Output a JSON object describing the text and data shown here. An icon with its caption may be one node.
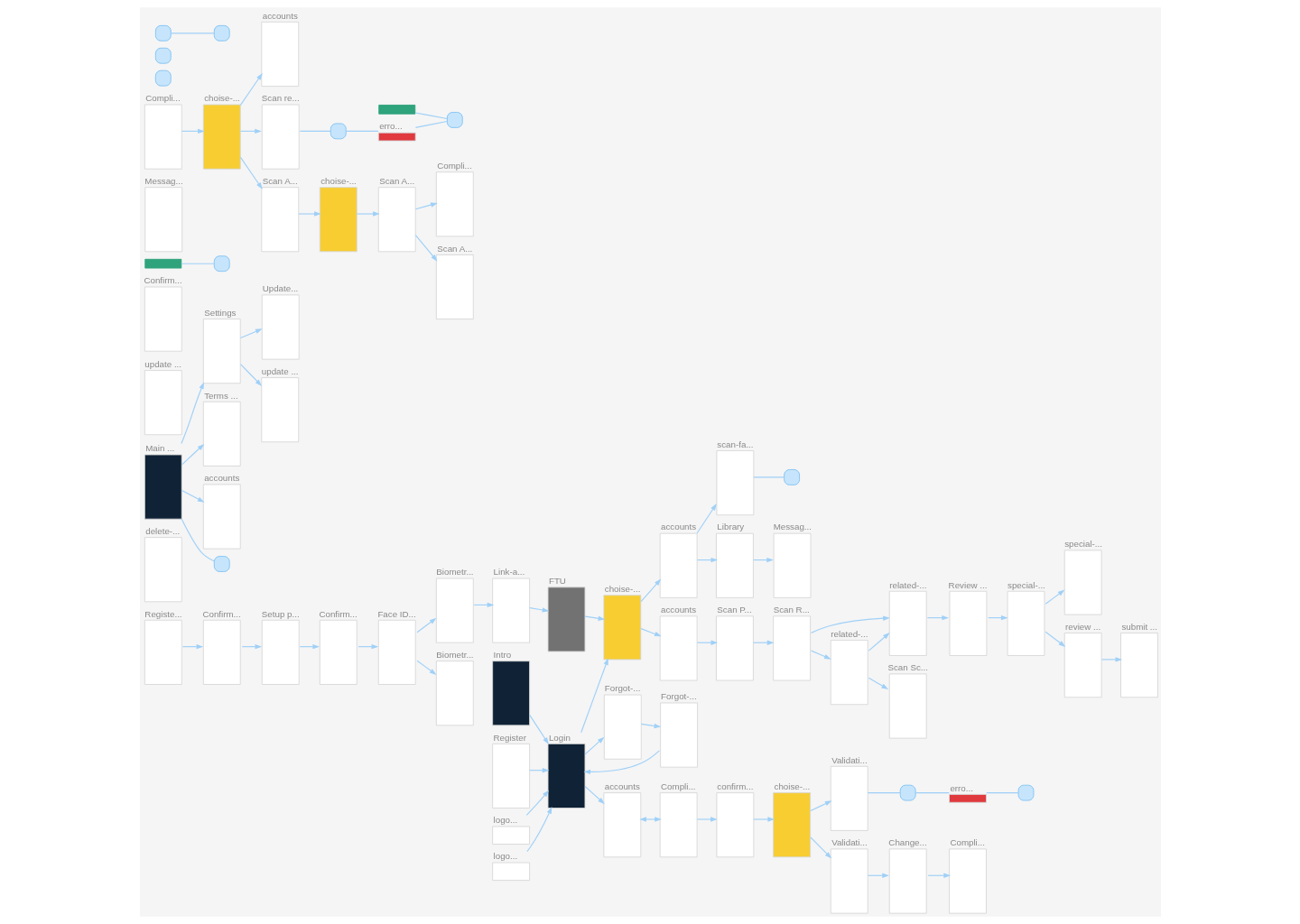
{
  "diagram": {
    "nodes": [
      {
        "text": [
          "Registe..."
        ]
      },
      {
        "text": [
          "Biometr..."
        ]
      },
      {
        "text": [
          "Intro"
        ]
      },
      {
        "text": [
          "Login"
        ]
      },
      {
        "text": [
          "Register"
        ]
      },
      {
        "text": [
          "Confirm..."
        ]
      },
      {
        "text": [
          "Setup p..."
        ]
      },
      {
        "text": [
          "Confirm..."
        ]
      },
      {
        "text": [
          "Face ID..."
        ]
      },
      {
        "text": [
          "Biometr..."
        ]
      },
      {
        "text": [
          "Link-a..."
        ]
      },
      {
        "text": [
          "FTU"
        ]
      },
      {
        "text": [
          "choise-..."
        ]
      },
      {
        "text": [
          "accounts"
        ]
      },
      {
        "text": [
          "scan-fa..."
        ]
      },
      {
        "text": [
          "delete-..."
        ]
      },
      {
        "text": [
          "logo..."
        ]
      },
      {
        "text": [
          "Settings"
        ]
      },
      {
        "text": [
          "Update..."
        ]
      },
      {
        "text": [
          "update ..."
        ]
      },
      {
        "text": [
          "update ..."
        ]
      },
      {
        "text": [
          "Confirm..."
        ]
      },
      {
        "text": [
          "Forgot-..."
        ]
      },
      {
        "text": [
          "Forgot-..."
        ]
      },
      {
        "text": [
          "accounts"
        ]
      },
      {
        "text": [
          "Scan P..."
        ]
      },
      {
        "text": [
          "Scan R..."
        ]
      },
      {
        "text": [
          "related-..."
        ]
      },
      {
        "text": [
          "related-..."
        ]
      },
      {
        "text": [
          "Scan Sc..."
        ]
      },
      {
        "text": [
          "Terms ..."
        ]
      },
      {
        "text": [
          "accounts"
        ]
      },
      {
        "text": [
          "accounts"
        ]
      },
      {
        "text": [
          "Compli..."
        ]
      },
      {
        "text": [
          "confirm..."
        ]
      },
      {
        "text": [
          "choise-..."
        ]
      },
      {
        "text": [
          "Validati..."
        ]
      },
      {
        "text": [
          "Validati..."
        ]
      },
      {
        "text": [
          "Change..."
        ]
      },
      {
        "text": [
          "Compli..."
        ]
      },
      {
        "text": [
          "Library"
        ]
      },
      {
        "text": [
          "erro..."
        ]
      },
      {
        "text": [],
        "shape": "bar"
      },
      {
        "text": [
          "Review ..."
        ]
      },
      {
        "text": [
          "special-..."
        ]
      },
      {
        "text": [
          "special-..."
        ]
      },
      {
        "text": [
          "review ..."
        ]
      },
      {
        "text": [
          "submit ..."
        ]
      },
      {
        "text": [
          "logo..."
        ]
      },
      {
        "text": [
          "Main ..."
        ]
      },
      {
        "text": [
          "Messag..."
        ]
      },
      {
        "text": [
          "Messag..."
        ]
      },
      {
        "text": [
          "accounts"
        ]
      },
      {
        "text": [
          "Compli..."
        ]
      },
      {
        "text": [
          "choise-..."
        ]
      },
      {
        "text": [
          "Scan re..."
        ]
      },
      {
        "text": [
          "Scan A..."
        ]
      },
      {
        "text": [
          "choise-..."
        ]
      },
      {
        "text": [
          "Scan A..."
        ]
      },
      {
        "text": [
          "Compli..."
        ]
      },
      {
        "text": [
          "Scan A..."
        ]
      },
      {
        "text": [
          "erro..."
        ]
      },
      {
        "text": [],
        "shape": "bar"
      },
      {
        "text": [],
        "shape": "box"
      },
      {
        "text": [],
        "shape": "box"
      },
      {
        "text": [],
        "shape": "box"
      },
      {
        "text": [],
        "shape": "box"
      },
      {
        "text": [],
        "shape": "box"
      },
      {
        "text": [],
        "shape": "box"
      },
      {
        "text": [],
        "shape": "box"
      },
      {
        "text": [],
        "shape": "box"
      },
      {
        "text": [],
        "shape": "box"
      },
      {
        "text": [],
        "shape": "box"
      },
      {
        "text": [],
        "shape": "box"
      }
    ],
    "edges": [
      {
        "from": 2,
        "to": 3,
        "arrow": "to"
      },
      {
        "from": 4,
        "to": 3,
        "arrow": "to"
      },
      {
        "from": 0,
        "to": 5,
        "arrow": "to"
      },
      {
        "from": 5,
        "to": 6,
        "arrow": "to"
      },
      {
        "from": 6,
        "to": 7,
        "arrow": "to"
      },
      {
        "from": 7,
        "to": 8,
        "arrow": "to"
      },
      {
        "from": 8,
        "to": 1,
        "arrow": "to"
      },
      {
        "from": 8,
        "to": 9,
        "arrow": "to"
      },
      {
        "from": 1,
        "to": 10,
        "arrow": "to"
      },
      {
        "from": 10,
        "to": 11,
        "arrow": "to"
      },
      {
        "from": 11,
        "to": 12,
        "arrow": "to"
      },
      {
        "from": 3,
        "to": 12,
        "arrow": "to"
      },
      {
        "from": 3,
        "to": 22,
        "arrow": "to"
      },
      {
        "from": 22,
        "to": 23,
        "arrow": "to"
      },
      {
        "from": 23,
        "to": 3,
        "arrow": "to"
      },
      {
        "from": 3,
        "to": 32,
        "arrow": "to"
      },
      {
        "from": 12,
        "to": 13,
        "arrow": "to"
      },
      {
        "from": 12,
        "to": 24,
        "arrow": "to"
      },
      {
        "from": 13,
        "to": 14,
        "arrow": "to"
      },
      {
        "from": 13,
        "to": 40,
        "arrow": "to"
      },
      {
        "from": 40,
        "to": 50,
        "arrow": "to"
      },
      {
        "from": 14,
        "to": 68,
        "arrow": "none"
      },
      {
        "from": 65,
        "to": 66,
        "arrow": "none"
      },
      {
        "from": 16,
        "to": 3,
        "arrow": "to"
      },
      {
        "from": 17,
        "to": 18,
        "arrow": "to"
      },
      {
        "from": 17,
        "to": 19,
        "arrow": "to"
      },
      {
        "from": 49,
        "to": 17,
        "arrow": "to"
      },
      {
        "from": 49,
        "to": 30,
        "arrow": "to"
      },
      {
        "from": 49,
        "to": 31,
        "arrow": "to"
      },
      {
        "from": 49,
        "to": 67,
        "arrow": "none"
      },
      {
        "from": 48,
        "to": 3,
        "arrow": "to"
      },
      {
        "from": 24,
        "to": 25,
        "arrow": "to"
      },
      {
        "from": 25,
        "to": 26,
        "arrow": "to"
      },
      {
        "from": 26,
        "to": 27,
        "arrow": "to"
      },
      {
        "from": 26,
        "to": 28,
        "arrow": "to"
      },
      {
        "from": 28,
        "to": 27,
        "arrow": "to"
      },
      {
        "from": 28,
        "to": 29,
        "arrow": "to"
      },
      {
        "from": 27,
        "to": 43,
        "arrow": "to"
      },
      {
        "from": 43,
        "to": 44,
        "arrow": "to"
      },
      {
        "from": 44,
        "to": 45,
        "arrow": "to"
      },
      {
        "from": 44,
        "to": 46,
        "arrow": "to"
      },
      {
        "from": 46,
        "to": 47,
        "arrow": "to"
      },
      {
        "from": 32,
        "to": 33,
        "arrow": "both"
      },
      {
        "from": 33,
        "to": 34,
        "arrow": "to"
      },
      {
        "from": 34,
        "to": 35,
        "arrow": "to"
      },
      {
        "from": 35,
        "to": 36,
        "arrow": "to"
      },
      {
        "from": 35,
        "to": 37,
        "arrow": "to"
      },
      {
        "from": 37,
        "to": 38,
        "arrow": "to"
      },
      {
        "from": 38,
        "to": 39,
        "arrow": "to"
      },
      {
        "from": 36,
        "to": 69,
        "arrow": "none"
      },
      {
        "from": 69,
        "to": 41,
        "arrow": "none"
      },
      {
        "from": 41,
        "to": 70,
        "arrow": "none"
      },
      {
        "from": 42,
        "to": 71,
        "arrow": "none"
      },
      {
        "from": 53,
        "to": 54,
        "arrow": "to"
      },
      {
        "from": 54,
        "to": 52,
        "arrow": "to"
      },
      {
        "from": 54,
        "to": 55,
        "arrow": "to"
      },
      {
        "from": 54,
        "to": 56,
        "arrow": "to"
      },
      {
        "from": 56,
        "to": 57,
        "arrow": "to"
      },
      {
        "from": 57,
        "to": 58,
        "arrow": "to"
      },
      {
        "from": 58,
        "to": 59,
        "arrow": "to"
      },
      {
        "from": 58,
        "to": 60,
        "arrow": "to"
      },
      {
        "from": 55,
        "to": 72,
        "arrow": "none"
      },
      {
        "from": 72,
        "to": 61,
        "arrow": "none"
      },
      {
        "from": 61,
        "to": 73,
        "arrow": "none"
      },
      {
        "from": 62,
        "to": 73,
        "arrow": "none"
      }
    ]
  }
}
